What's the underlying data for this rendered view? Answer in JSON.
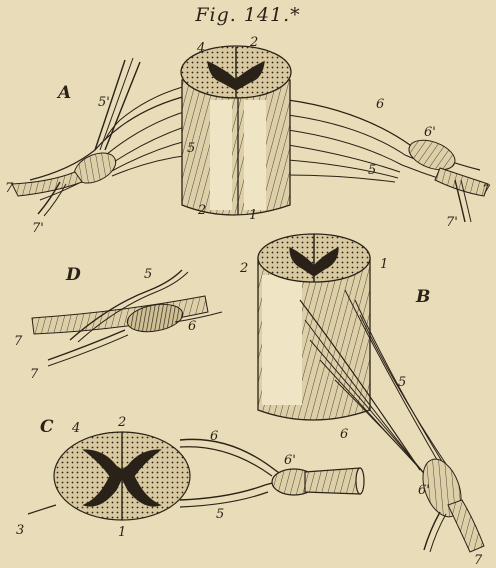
{
  "figure": {
    "title": "Fig. 141.*",
    "ink": "#2a2218",
    "paper": "#e9dcb8"
  },
  "panels": {
    "A": {
      "label": "A",
      "numbers": [
        "4",
        "2",
        "5'",
        "6",
        "6'",
        "5",
        "5",
        "7",
        "7'",
        "2",
        "1",
        "7",
        "7'"
      ]
    },
    "B": {
      "label": "B",
      "numbers": [
        "2",
        "1",
        "5",
        "6",
        "6'",
        "7"
      ]
    },
    "C": {
      "label": "C",
      "numbers": [
        "4",
        "2",
        "6",
        "6'",
        "5",
        "3",
        "1"
      ]
    },
    "D": {
      "label": "D",
      "numbers": [
        "5",
        "6",
        "7",
        "7"
      ]
    }
  }
}
